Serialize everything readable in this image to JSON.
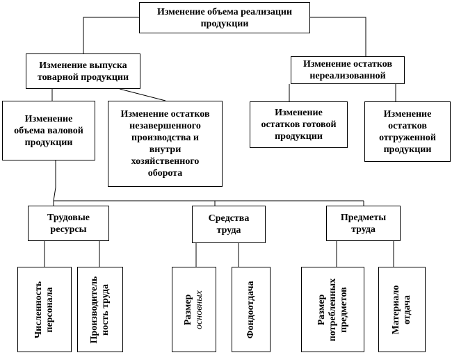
{
  "root": {
    "line1": "Изменение объема реализации",
    "line2": "продукции"
  },
  "output_change": {
    "line1": "Изменение выпуска",
    "line2": "товарной продукции"
  },
  "unsold_change": {
    "line1": "Изменение остатков",
    "line2": "нереализованной"
  },
  "gross_output": {
    "line1": "Изменение",
    "line2": "объема валовой",
    "line3": "продукции"
  },
  "wip_change": {
    "line1": "Изменение остатков",
    "line2": "незавершенного",
    "line3": "производства и",
    "line4": "внутри",
    "line5": "хозяйственного",
    "line6": "оборота"
  },
  "finished_goods": {
    "line1": "Изменение",
    "line2": "остатков готовой",
    "line3": "продукции"
  },
  "shipped_goods": {
    "line1": "Изменение",
    "line2": "остатков",
    "line3": "отгруженной",
    "line4": "продукции"
  },
  "labor_resources": {
    "line1": "Трудовые",
    "line2": "ресурсы"
  },
  "means_of_labor": {
    "line1": "Средства",
    "line2": "труда"
  },
  "objects_of_labor": {
    "line1": "Предметы",
    "line2": "труда"
  },
  "headcount": {
    "line1": "Численность",
    "line2": "персонала"
  },
  "productivity": {
    "line1": "Производитель",
    "line2": "ность труда"
  },
  "fixed_assets": {
    "line1": "Размер",
    "line2": "основных"
  },
  "capital_productivity": {
    "line1": "Фондоотдача"
  },
  "consumed_objects": {
    "line1": "Размер",
    "line2": "потребленных",
    "line3": "предметов"
  },
  "material_productivity": {
    "line1": "Материало",
    "line2": "отдача"
  }
}
